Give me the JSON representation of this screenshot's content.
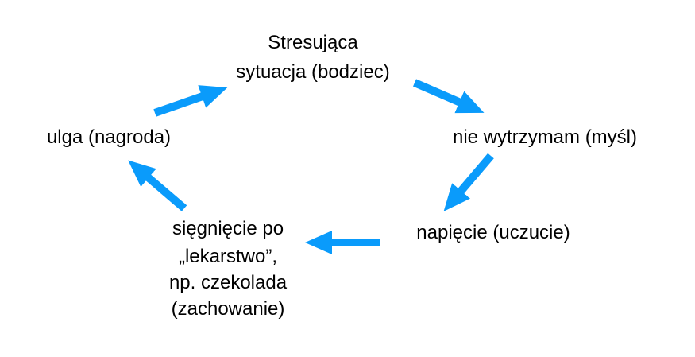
{
  "nodes": {
    "stimulus": {
      "lines": [
        "Stresująca",
        "sytuacja (bodziec)"
      ]
    },
    "thought": {
      "label": "nie wytrzymam (myśl)"
    },
    "feeling": {
      "label": "napięcie (uczucie)"
    },
    "behavior": {
      "lines": [
        "sięgnięcie po",
        "„lekarstwo”,",
        "np. czekolada",
        "(zachowanie)"
      ]
    },
    "reward": {
      "label": "ulga (nagroda)"
    }
  },
  "colors": {
    "arrow": "#0A9BFB"
  }
}
